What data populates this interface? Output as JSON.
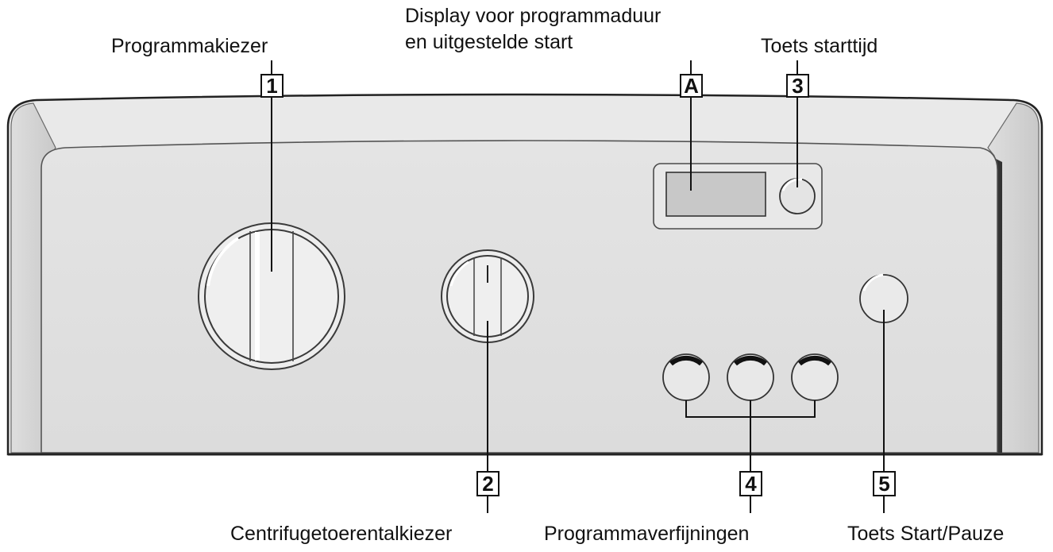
{
  "diagram": {
    "labels": {
      "program_selector": "Programmakiezer",
      "display_line1": "Display voor programmaduur",
      "display_line2": "en uitgestelde start",
      "start_time_button": "Toets starttijd",
      "spin_speed_selector": "Centrifugetoerentalkiezer",
      "program_options": "Programmaverfijningen",
      "start_pause_button": "Toets Start/Pauze"
    },
    "callouts": {
      "program_selector": "1",
      "spin_speed_selector": "2",
      "start_time_button": "3",
      "program_options": "4",
      "start_pause_button": "5",
      "display": "A"
    }
  }
}
